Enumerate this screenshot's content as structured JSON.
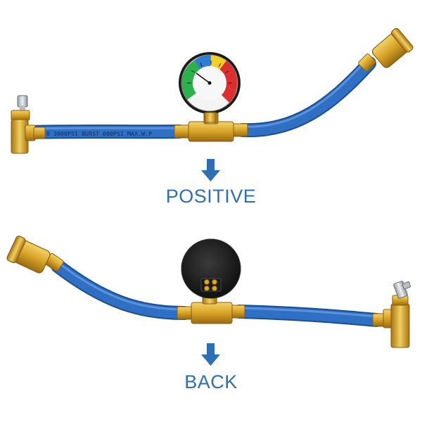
{
  "top_view": {
    "label": "POSITIVE"
  },
  "bottom_view": {
    "label": "BACK"
  },
  "hose_print": "8 3000PSI BURST 600PSI MAX.W.P",
  "gauge_zones": [
    "green",
    "blue",
    "yellow",
    "red"
  ],
  "colors": {
    "hose": "#2f6fc4",
    "brass": "#d9a92a",
    "label_blue": "#2e6fb4",
    "arrow_blue": "#2e6fb4"
  },
  "icons": [
    "arrow-down-icon",
    "arrow-down-icon"
  ]
}
